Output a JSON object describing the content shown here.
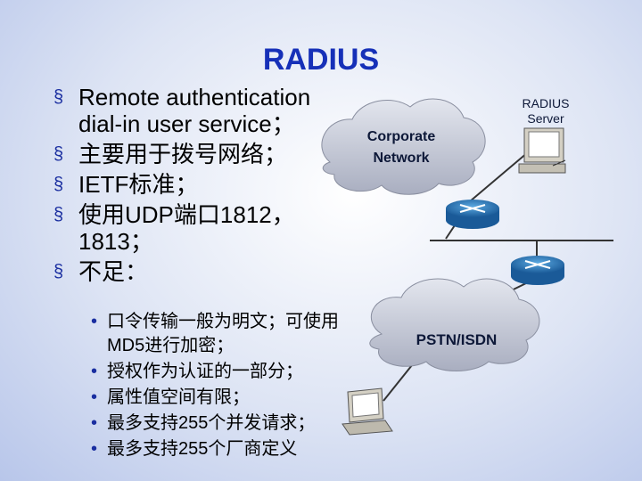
{
  "slide": {
    "title": "RADIUS",
    "bullets": [
      {
        "mark": "§",
        "text": "Remote authentication dial-in user service；"
      },
      {
        "mark": "§",
        "text": "主要用于拨号网络；"
      },
      {
        "mark": "§",
        "text": "IETF标准；"
      },
      {
        "mark": "§",
        "text": "使用UDP端口1812，1813；"
      },
      {
        "mark": "§",
        "text": "不足："
      }
    ],
    "sub_bullets": [
      {
        "mark": "•",
        "text": "口令传输一般为明文；可使用MD5进行加密；"
      },
      {
        "mark": "•",
        "text": "授权作为认证的一部分；"
      },
      {
        "mark": "•",
        "text": "属性值空间有限；"
      },
      {
        "mark": "•",
        "text": "最多支持255个并发请求；"
      },
      {
        "mark": "•",
        "text": "最多支持255个厂商定义"
      }
    ]
  },
  "diagram": {
    "corporate_network": {
      "line1": "Corporate",
      "line2": "Network"
    },
    "radius_server": {
      "line1": "RADIUS",
      "line2": "Server"
    },
    "pstn": "PSTN/ISDN",
    "icons": [
      "cloud-icon",
      "router-icon",
      "desktop-computer-icon",
      "laptop-icon"
    ]
  }
}
